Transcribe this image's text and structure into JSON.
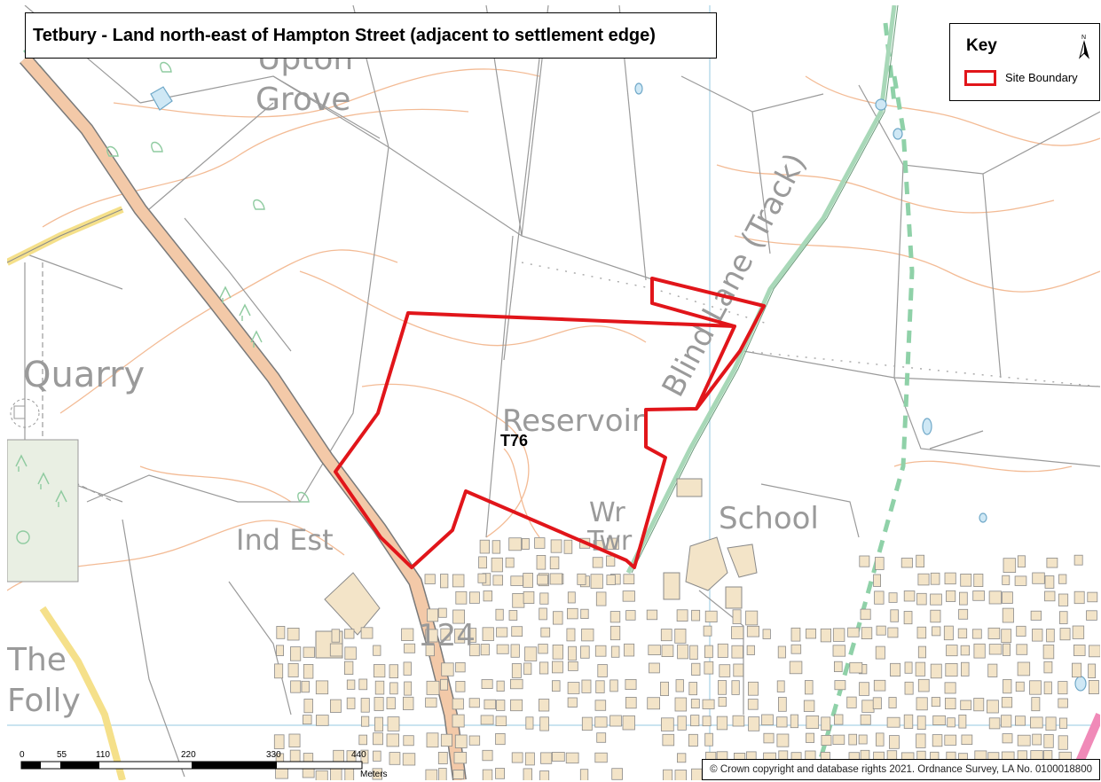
{
  "title": "Tetbury - Land north-east of Hampton Street (adjacent to settlement edge)",
  "key": {
    "heading": "Key",
    "north_letter": "N",
    "items": [
      {
        "label": "Site Boundary",
        "color": "#e1151a"
      }
    ]
  },
  "site": {
    "ref": "T76",
    "boundary_color": "#e1151a"
  },
  "place_labels": {
    "grove_top": "Upton",
    "grove": "Grove",
    "quarry": "Quarry",
    "reservoir": "Reservoir",
    "wr": "Wr",
    "twr": "Twr",
    "school": "School",
    "ind_est": "Ind Est",
    "the": "The",
    "folly": "Folly",
    "road_number": "124",
    "lane": "Blind Lane (Track)"
  },
  "scale": {
    "ticks": [
      "0",
      "55",
      "110",
      "220",
      "330",
      "440"
    ],
    "unit": "Meters"
  },
  "copyright": "© Crown copyright and database rights 2021. Ordnance Survey, LA No. 0100018800",
  "colors": {
    "road": "#f3c9a8",
    "road_edge": "#7a7a7a",
    "contour": "#f2b48a",
    "footpath": "#8fd1a8",
    "building": "#f3e4c8",
    "building_edge": "#8a8a8a",
    "grid": "#b8dcec"
  }
}
